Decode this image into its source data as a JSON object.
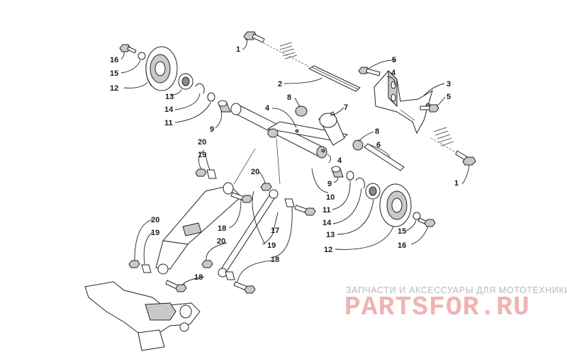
{
  "callouts": {
    "c1a": "1",
    "c1b": "1",
    "c2": "2",
    "c3": "3",
    "c4a": "4",
    "c4b": "4",
    "c4c": "4",
    "c5a": "5",
    "c5b": "5",
    "c6": "6",
    "c7": "7",
    "c8a": "8",
    "c8b": "8",
    "c9a": "9",
    "c9b": "9",
    "c10": "10",
    "c11a": "11",
    "c11b": "11",
    "c12a": "12",
    "c12b": "12",
    "c13a": "13",
    "c13b": "13",
    "c14a": "14",
    "c14b": "14",
    "c15a": "15",
    "c15b": "15",
    "c16a": "16",
    "c16b": "16",
    "c17": "17",
    "c18a": "18",
    "c18b": "18",
    "c18c": "18",
    "c19a": "19",
    "c19b": "19",
    "c19c": "19",
    "c20a": "20",
    "c20b": "20",
    "c20c": "20",
    "c20d": "20"
  },
  "watermark": {
    "tagline": "ЗАПЧАСТИ И АКСЕССУАРЫ ДЛЯ МОТОТЕХНИКИ",
    "logo": "PARTSFOR.RU"
  },
  "colors": {
    "line": "#222222",
    "watermark_text": "#b9b9b9",
    "watermark_logo": "#f0b3b3"
  }
}
